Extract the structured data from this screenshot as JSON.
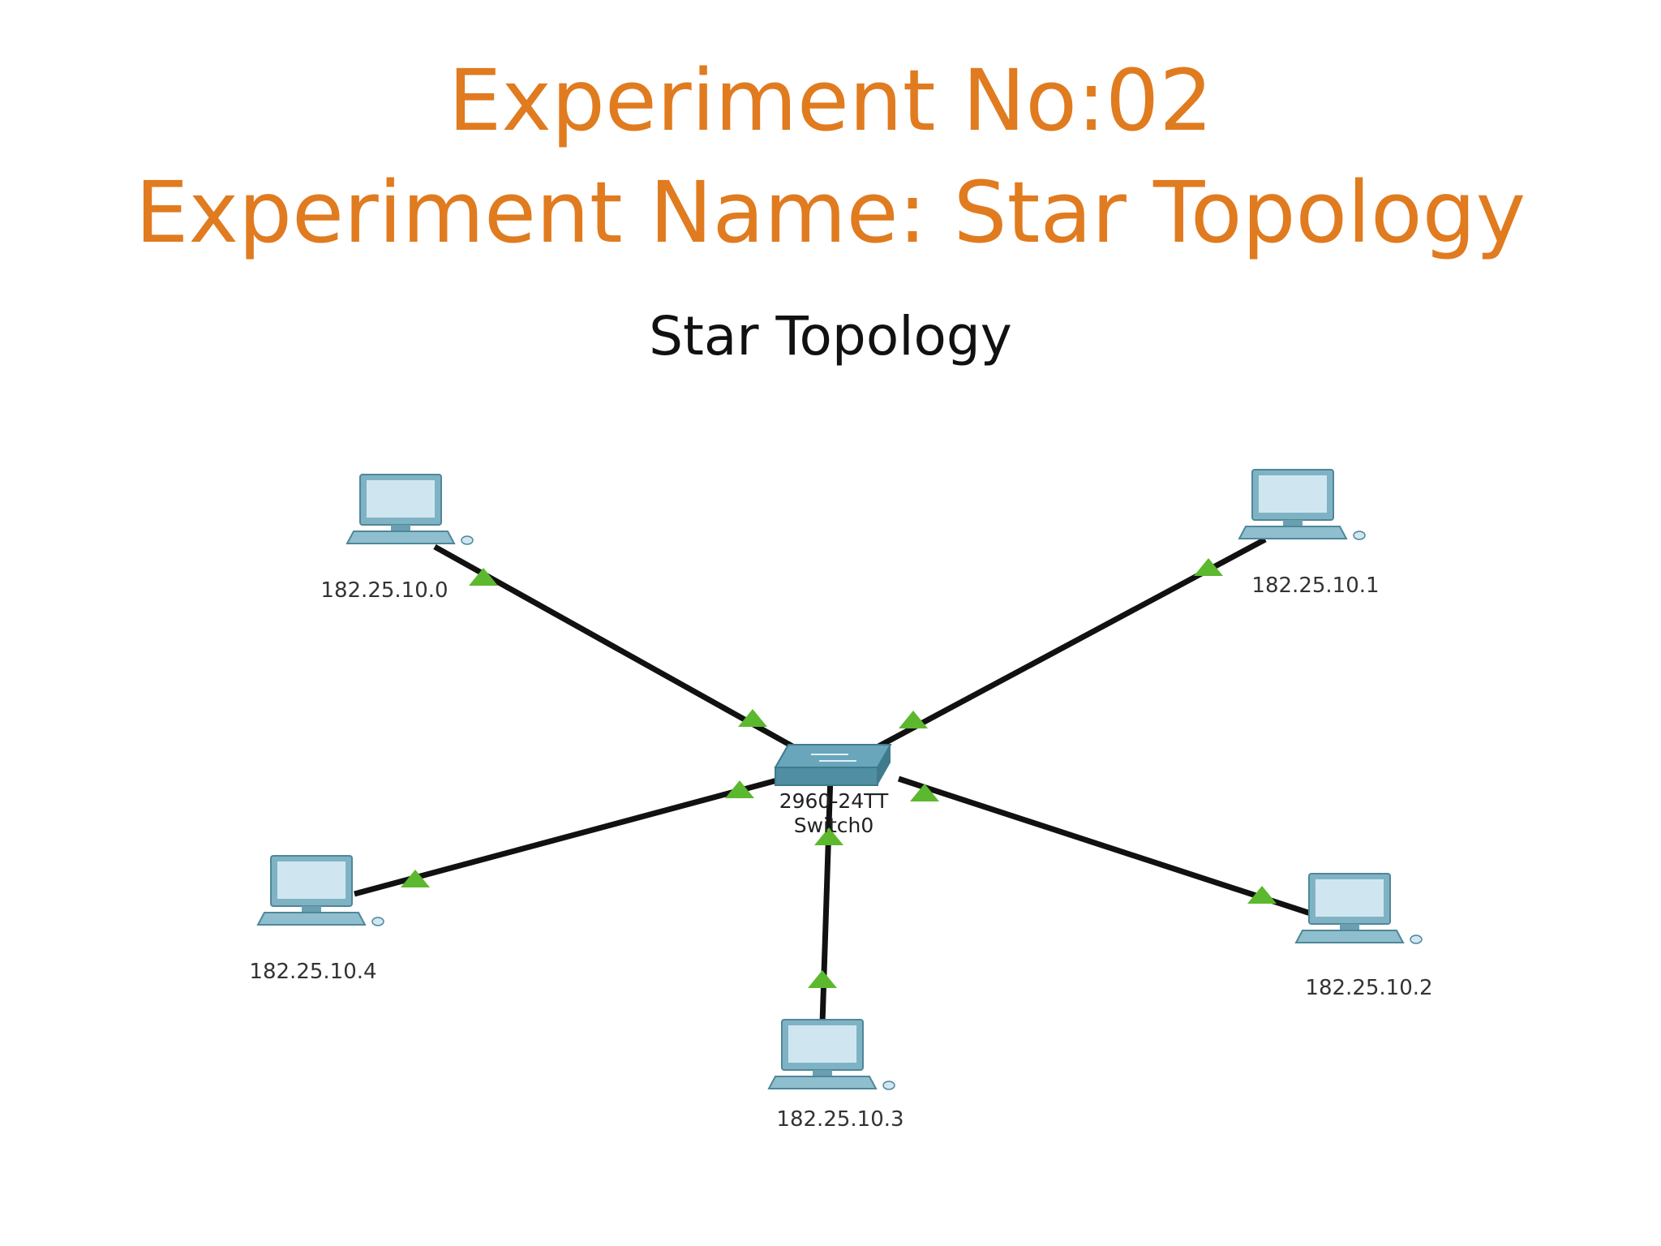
{
  "slide": {
    "title_line_1": "Experiment No:02",
    "title_line_2": "Experiment Name: Star Topology",
    "subtitle": "Star Topology"
  },
  "topology": {
    "switch": {
      "model": "2960-24TT",
      "name": "Switch0"
    },
    "hosts": [
      {
        "label": "182.25.10.0"
      },
      {
        "label": "182.25.10.1"
      },
      {
        "label": "182.25.10.2"
      },
      {
        "label": "182.25.10.3"
      },
      {
        "label": "182.25.10.4"
      }
    ]
  },
  "colors": {
    "title": "#e07b1f",
    "link": "#111111",
    "link_indicator": "#5cb82e",
    "device_body": "#7fb3c4",
    "device_screen": "#cfe6f0",
    "switch_top": "#6aa6bb"
  }
}
